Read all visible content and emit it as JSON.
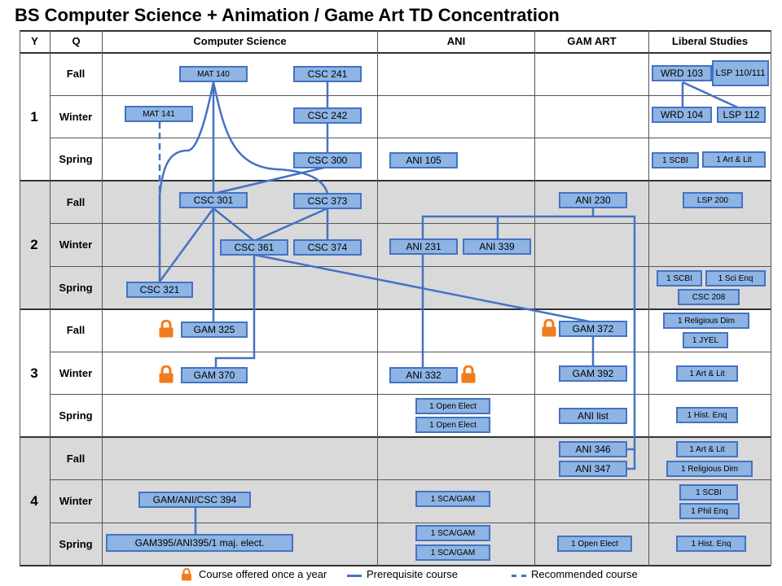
{
  "title": "BS Computer Science + Animation / Game Art TD Concentration",
  "headers": {
    "y": "Y",
    "q": "Q",
    "cs": "Computer Science",
    "ani": "ANI",
    "gam": "GAM ART",
    "lib": "Liberal Studies"
  },
  "years": [
    "1",
    "2",
    "3",
    "4"
  ],
  "quarters": [
    "Fall",
    "Winter",
    "Spring"
  ],
  "courses": {
    "mat140": "MAT 140",
    "csc241": "CSC 241",
    "mat141": "MAT 141",
    "csc242": "CSC 242",
    "csc300": "CSC 300",
    "csc301": "CSC 301",
    "csc373": "CSC 373",
    "csc361": "CSC 361",
    "csc374": "CSC 374",
    "csc321": "CSC 321",
    "gam325": "GAM 325",
    "gam370": "GAM 370",
    "gam394": "GAM/ANI/CSC 394",
    "gam395": "GAM395/ANI395/1 maj. elect.",
    "ani105": "ANI 105",
    "ani231": "ANI 231",
    "ani339": "ANI 339",
    "ani332": "ANI 332",
    "open1": "1 Open Elect",
    "open2": "1 Open Elect",
    "sca1": "1 SCA/GAM",
    "sca2": "1 SCA/GAM",
    "sca3": "1 SCA/GAM",
    "ani230": "ANI 230",
    "gam372": "GAM 372",
    "gam392": "GAM 392",
    "anilist": "ANI  list",
    "ani346": "ANI 346",
    "ani347": "ANI 347",
    "open3": "1 Open Elect",
    "wrd103": "WRD 103",
    "lsp110": "LSP 110/111",
    "wrd104": "WRD 104",
    "lsp112": "LSP 112",
    "scbi1": "1 SCBI",
    "artlit1": "1 Art & Lit",
    "lsp200": "LSP 200",
    "scbi2": "1 SCBI",
    "scienq": "1 Sci Enq",
    "csc208": "CSC 208",
    "reldim1": "1 Religious Dim",
    "jyel": "1 JYEL",
    "artlit2": "1 Art & Lit",
    "histenq1": "1 Hist. Enq",
    "artlit3": "1 Art & Lit",
    "reldim2": "1 Religious Dim",
    "scbi3": "1 SCBI",
    "philenq": "1 Phil Enq",
    "histenq2": "1 Hist. Enq"
  },
  "legend": {
    "once": "Course offered once a year",
    "prereq": "Prerequisite course",
    "recommended": "Recommended course"
  },
  "colors": {
    "box_fill": "#8eb4e3",
    "box_border": "#4472c4",
    "line": "#4472c4",
    "lock": "#f07c1b",
    "band": "#d9d9d9"
  }
}
